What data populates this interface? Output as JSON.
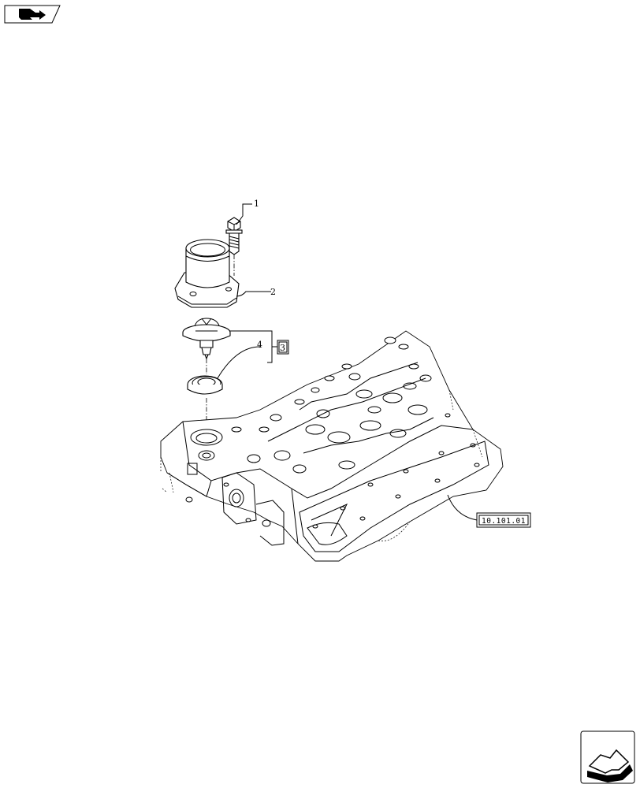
{
  "callouts": {
    "c1": "1",
    "c2": "2",
    "c3": "3",
    "c4": "4"
  },
  "reference": {
    "assembly_ref": "10.101.01"
  },
  "icons": {
    "top_nav": "book-arrow-icon",
    "bottom_nav": "next-page-arrow-icon"
  }
}
